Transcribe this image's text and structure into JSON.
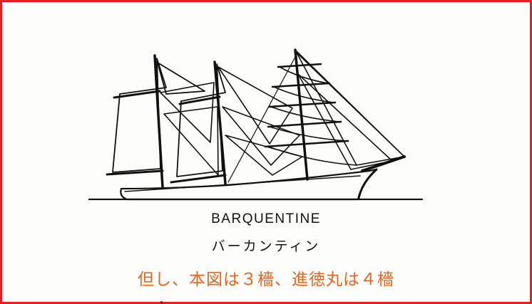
{
  "diagram": {
    "caption_en": "BARQUENTINE",
    "caption_ja": "バーカンティン",
    "note": "但し、本図は３檣、進徳丸は４檣"
  },
  "colors": {
    "frame_border": "#e02020",
    "note_text": "#e8641e",
    "line_art": "#111111"
  }
}
